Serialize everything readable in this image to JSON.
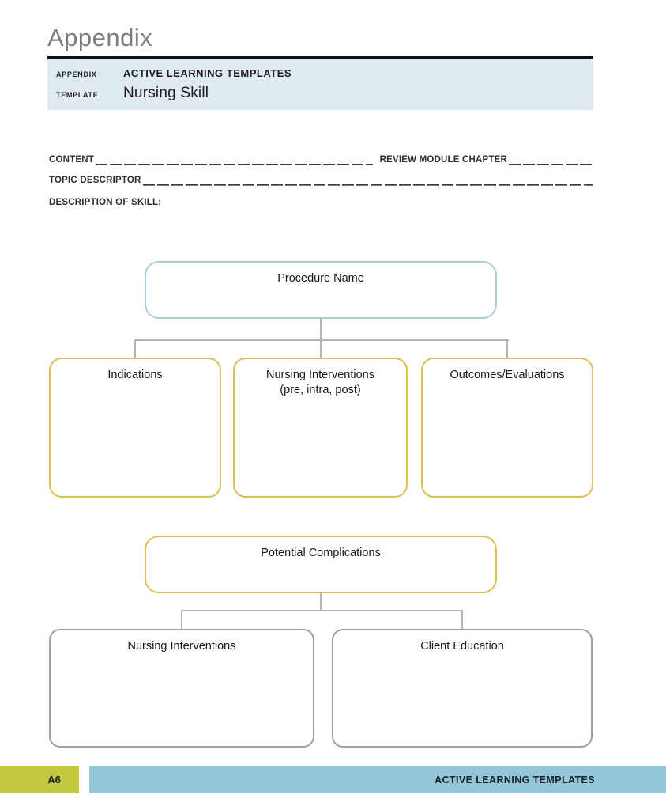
{
  "page": {
    "title": "Appendix"
  },
  "header": {
    "appendix_label": "APPENDIX",
    "appendix_value": "ACTIVE LEARNING TEMPLATES",
    "template_label": "TEMPLATE",
    "template_value": "Nursing Skill"
  },
  "form": {
    "content_label": "CONTENT",
    "review_module_chapter_label": "REVIEW MODULE CHAPTER",
    "topic_descriptor_label": "TOPIC DESCRIPTOR",
    "description_of_skill_label": "DESCRIPTION OF SKILL:"
  },
  "diagram": {
    "procedure_name": "Procedure Name",
    "indications": "Indications",
    "nursing_interventions_line1": "Nursing Interventions",
    "nursing_interventions_line2": "(pre, intra, post)",
    "outcomes_evaluations": "Outcomes/Evaluations",
    "potential_complications": "Potential Complications",
    "nursing_interventions_bottom": "Nursing Interventions",
    "client_education": "Client Education"
  },
  "footer": {
    "page_number": "A6",
    "label": "ACTIVE LEARNING TEMPLATES"
  },
  "colors": {
    "header_bg": "#dfeaf1",
    "blue_border": "#a9cdd6",
    "gold_border": "#dfbe53",
    "gray_border": "#9ba1a3",
    "footer_green": "#c3c93e",
    "footer_blue": "#95c5d8",
    "connector_gray": "#b4b4b4"
  }
}
